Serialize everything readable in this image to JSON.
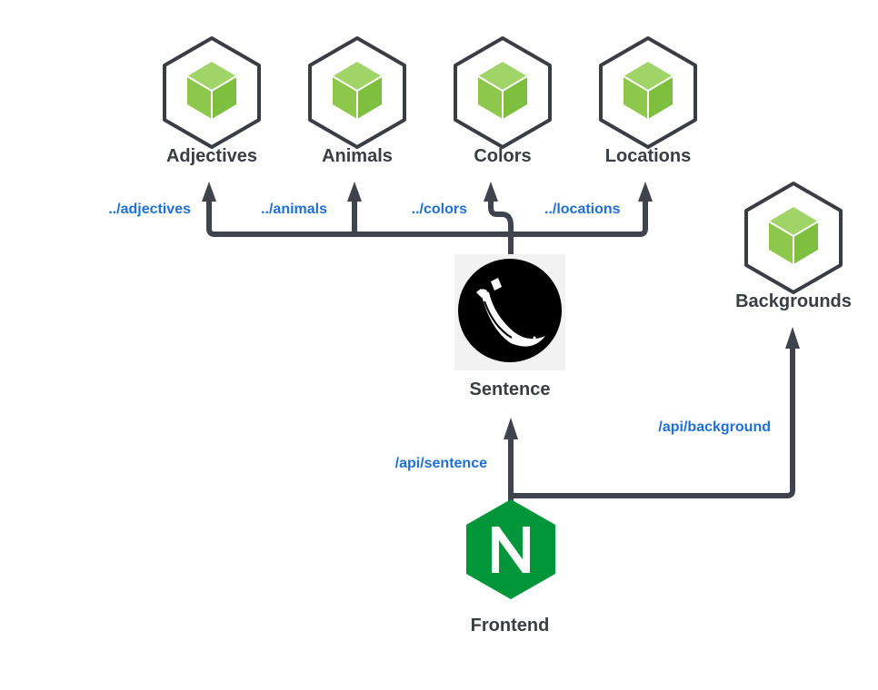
{
  "nodes": {
    "adjectives": {
      "label": "Adjectives",
      "icon": "nodejs-cube-icon"
    },
    "animals": {
      "label": "Animals",
      "icon": "nodejs-cube-icon"
    },
    "colors": {
      "label": "Colors",
      "icon": "nodejs-cube-icon"
    },
    "locations": {
      "label": "Locations",
      "icon": "nodejs-cube-icon"
    },
    "backgrounds": {
      "label": "Backgrounds",
      "icon": "nodejs-cube-icon"
    },
    "sentence": {
      "label": "Sentence",
      "icon": "flask-horn-icon"
    },
    "frontend": {
      "label": "Frontend",
      "icon": "nginx-icon"
    }
  },
  "routes": {
    "adjectives": "../adjectives",
    "animals": "../animals",
    "colors": "../colors",
    "locations": "../locations",
    "sentence": "/api/sentence",
    "background": "/api/background"
  },
  "colors": {
    "cube_outline": "#3a3d44",
    "cube_green": "#8cc84b",
    "line": "#3e434d",
    "route_text": "#1f6fd6",
    "nginx_green": "#009639"
  }
}
